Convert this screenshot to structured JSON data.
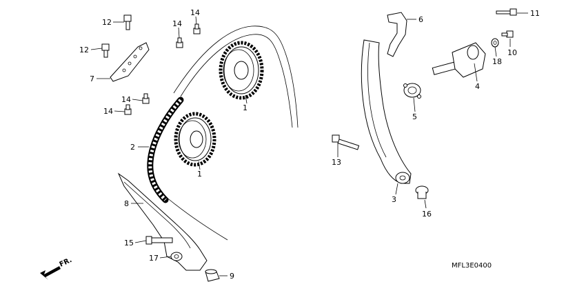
{
  "diagram_code": "MFL3E0400",
  "direction_label": "FR.",
  "callouts": {
    "sprocket_upper": "1",
    "sprocket_lower": "1",
    "cam_chain": "2",
    "tensioner_arm": "3",
    "tensioner_lifter": "4",
    "gasket": "5",
    "stopper_plate": "6",
    "chain_guide_plate": "7",
    "chain_guide": "8",
    "collar_9": "9",
    "washer_10": "10",
    "bolt_11": "11",
    "bolt_12_upper": "12",
    "bolt_12_lower": "12",
    "bolt_13": "13",
    "bolt_14_a": "14",
    "bolt_14_b": "14",
    "bolt_14_c": "14",
    "bolt_14_d": "14",
    "bolt_15": "15",
    "collar_16": "16",
    "collar_17": "17",
    "washer_18": "18"
  }
}
